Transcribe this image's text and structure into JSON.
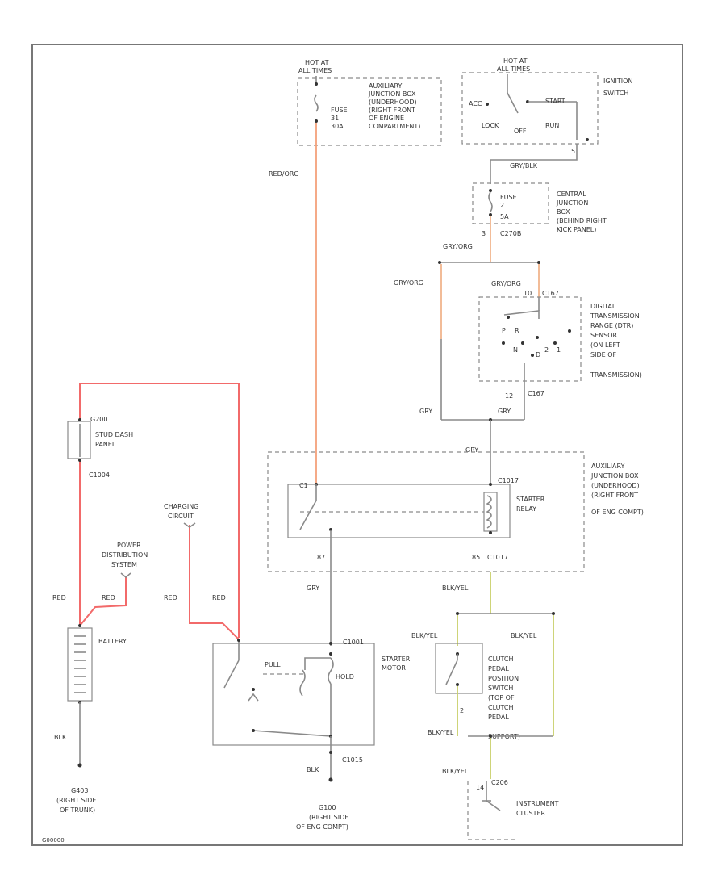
{
  "colors": {
    "red_wire": "#f26a6a",
    "red_org_wire": "#f4a07a",
    "gry_org_wire": "#f0b48c",
    "blk_yel_wire": "#c9d06a",
    "gray_wire": "#8a8a8a"
  },
  "labels": {
    "hot_top_left": [
      "HOT AT",
      "ALL TIMES"
    ],
    "aux_jb_top": [
      "AUXILIARY",
      "JUNCTION BOX",
      "(UNDERHOOD)",
      "(RIGHT FRONT",
      "OF ENGINE",
      "COMPARTMENT)"
    ],
    "fuse_top": [
      "FUSE",
      "31",
      "30A"
    ],
    "hot_top_right": [
      "HOT AT",
      "ALL TIMES"
    ],
    "ign_switch": [
      "IGNITION",
      "SWITCH"
    ],
    "acc": "ACC",
    "start": "START",
    "lock": "LOCK",
    "off": "OFF",
    "run": "RUN",
    "gry_blk": "GRY/BLK",
    "conn_5": "5",
    "cjb": [
      "CENTRAL",
      "JUNCTION",
      "BOX",
      "(BEHIND RIGHT",
      "KICK PANEL)"
    ],
    "fuse_cjb": [
      "FUSE",
      "2",
      "5A"
    ],
    "c270b": "C270B",
    "c270b_pin": "3",
    "gry_org_top": "GRY/ORG",
    "gry_org_left": "GRY/ORG",
    "gry_org_right": "GRY/ORG",
    "c167_top": "C167",
    "c167_top_pin": "10",
    "dtr": [
      "DIGITAL",
      "TRANSMISSION",
      "RANGE (DTR)",
      "SENSOR",
      "(ON LEFT",
      "SIDE OF",
      "TRANSMISSION)"
    ],
    "dtr_gears": [
      "P",
      "R",
      "N",
      "D",
      "2",
      "1"
    ],
    "c167_bot": "C167",
    "c167_bot_pin": "12",
    "gry_left": "GRY",
    "gry_right": "GRY",
    "red_org": "RED/ORG",
    "c1_pin": "C1",
    "gry_mid": "GRY",
    "aux_jb_mid": [
      "AUXILIARY",
      "JUNCTION BOX",
      "(UNDERHOOD)",
      "(RIGHT FRONT",
      "OF ENG COMPT)"
    ],
    "starter_relay": [
      "STARTER",
      "RELAY"
    ],
    "c1017_top": "C1017",
    "c1017_bot": "C1017",
    "pin_87": "87",
    "pin_85": "85",
    "gry_low": "GRY",
    "blk_yel_1": "BLK/YEL",
    "blk_yel_2": "BLK/YEL",
    "blk_yel_3": "BLK/YEL",
    "blk_yel_4": "BLK/YEL",
    "blk_yel_5": "BLK/YEL",
    "clutch_switch": [
      "CLUTCH",
      "PEDAL",
      "POSITION",
      "SWITCH",
      "(TOP OF",
      "CLUTCH",
      "PEDAL",
      "SUPPORT)"
    ],
    "clutch_pin": "2",
    "c206": "C206",
    "c206_pin": "14",
    "instrument_cluster": [
      "INSTRUMENT",
      "CLUSTER"
    ],
    "stud_dash": [
      "STUD DASH",
      "PANEL"
    ],
    "g_stud": "G200",
    "c1004": "C1004",
    "charging": [
      "CHARGING",
      "CIRCUIT"
    ],
    "pds": [
      "POWER",
      "DISTRIBUTION",
      "SYSTEM"
    ],
    "red_1": "RED",
    "red_2": "RED",
    "red_3": "RED",
    "red_4": "RED",
    "battery": "BATTERY",
    "blk_left": "BLK",
    "g403": [
      "G403",
      "(RIGHT SIDE",
      "OF TRUNK)"
    ],
    "starter_motor": [
      "STARTER",
      "MOTOR"
    ],
    "pull": "PULL",
    "hold": "HOLD",
    "c1001": "C1001",
    "blk_right": "BLK",
    "c1015": "C1015",
    "g100": [
      "G100",
      "(RIGHT SIDE",
      "OF ENG COMPT)"
    ],
    "footer_code": "G00000"
  }
}
